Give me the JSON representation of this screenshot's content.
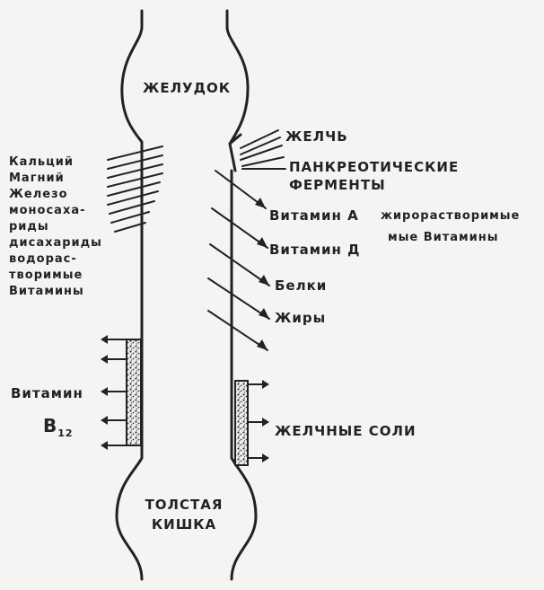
{
  "organs": {
    "stomach": "ЖЕЛУДОК",
    "colon_line1": "ТОЛСТАЯ",
    "colon_line2": "КИШКА"
  },
  "left_absorbed": [
    "Кальций",
    "Магний",
    "Железо",
    "моносаха-",
    "риды",
    "дисахариды",
    "водорас-",
    "творимые",
    "Витамины"
  ],
  "right_inputs": {
    "bile": "ЖЕЛЧЬ",
    "pancreatic_line1": "ПАНКРЕОТИЧЕСКИЕ",
    "pancreatic_line2": "ФЕРМЕНТЫ"
  },
  "right_absorbed": {
    "vitamin_a": "Витамин А",
    "vitamin_d": "Витамин Д",
    "fat_soluble_line1": "жирорастворимые",
    "fat_soluble_line2": "мые Витамины",
    "proteins": "Белки",
    "fats": "Жиры"
  },
  "ileum": {
    "vitamin_label": "Витамин",
    "b12_letter": "В",
    "b12_sub": "12",
    "bile_salts": "ЖЕЛЧНЫЕ СОЛИ"
  }
}
